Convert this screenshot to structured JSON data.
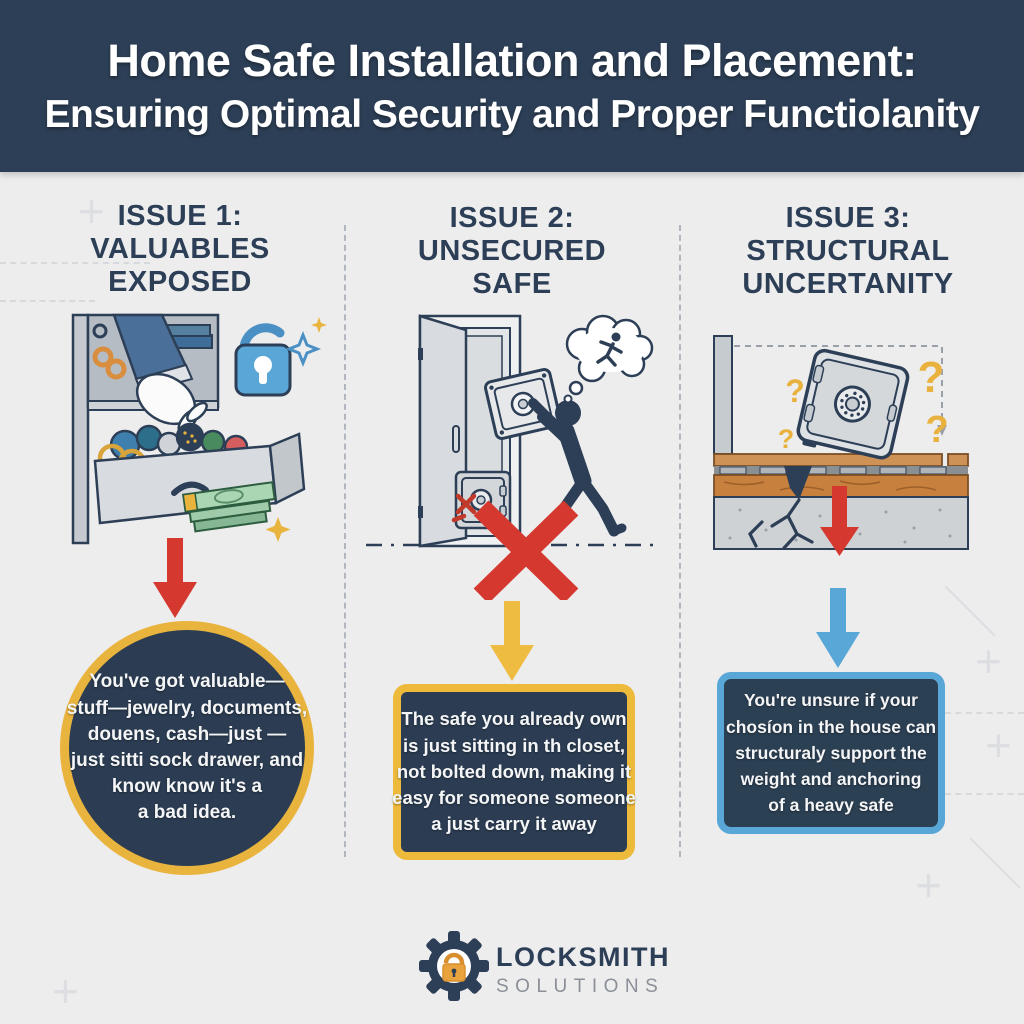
{
  "header": {
    "title_line1": "Home Safe Installation and Placement:",
    "title_line2": "Ensuring Optimal Security and Proper Functiolanity"
  },
  "columns": [
    {
      "id": "issue-1",
      "heading_lines": [
        "ISSUE 1:",
        "VALUABLES",
        "EXPOSED"
      ],
      "illustration": "drawer-with-exposed-valuables",
      "arrow_color": "#d5382f",
      "callout_shape": "circle",
      "callout_lines": [
        "You've got valuable—",
        "stuff—jewelry, documents,",
        "douens, cash—just —",
        "just sitti sock drawer, and",
        "know know it's a",
        "a bad idea."
      ]
    },
    {
      "id": "issue-2",
      "heading_lines": [
        "ISSUE 2:",
        "UNSECURED",
        "SAFE"
      ],
      "illustration": "person-carrying-unbolted-safe",
      "arrow_color": "#edbc40",
      "callout_shape": "rounded-box",
      "callout_lines": [
        "The safe you already own",
        "is just sitting in th closet,",
        "not bolted down, making it",
        "easy for someone someone",
        "a just carry it away"
      ]
    },
    {
      "id": "issue-3",
      "heading_lines": [
        "ISSUE 3:",
        "STRUCTURAL",
        "UNCERTANITY"
      ],
      "illustration": "tilted-safe-on-cracked-floor",
      "arrow_color": "#58a7d7",
      "callout_shape": "rounded-box",
      "question_mark": "?",
      "callout_lines": [
        "You're unsure if your",
        "chosíon in the house can",
        "structuraly support the",
        "weight and anchoring",
        "of a heavy safe"
      ]
    }
  ],
  "footer": {
    "brand_line1": "LOCKSMITH",
    "brand_line2": "SOLUTIONS"
  },
  "colors": {
    "header_bg": "#2d3f56",
    "page_bg": "#ededee",
    "heading_text": "#2d3f56",
    "callout_bg": "#2c3d53",
    "gold_accent": "#e9b43e",
    "red_accent": "#d5382f",
    "yellow_arrow": "#edbc40",
    "blue_accent": "#58a7d7",
    "footer_secondary_text": "#8b9098"
  }
}
